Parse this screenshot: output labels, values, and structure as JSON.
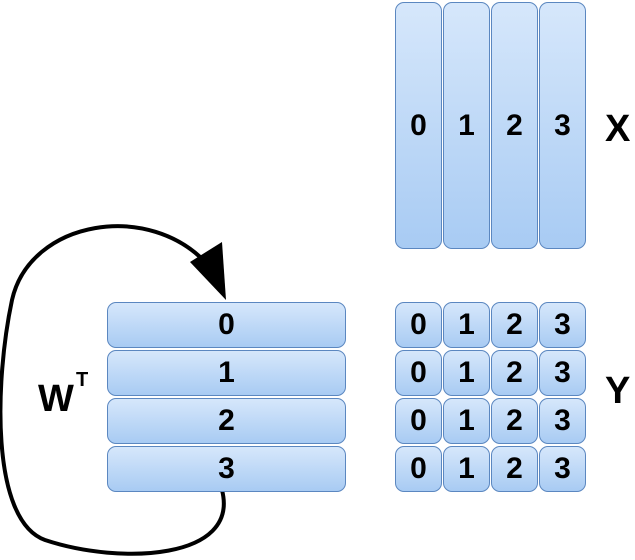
{
  "x_matrix": {
    "label": "X",
    "columns": [
      "0",
      "1",
      "2",
      "3"
    ]
  },
  "w_matrix": {
    "label": "W",
    "superscript": "T",
    "rows": [
      "0",
      "1",
      "2",
      "3"
    ]
  },
  "y_matrix": {
    "label": "Y",
    "rows": [
      [
        "0",
        "1",
        "2",
        "3"
      ],
      [
        "0",
        "1",
        "2",
        "3"
      ],
      [
        "0",
        "1",
        "2",
        "3"
      ],
      [
        "0",
        "1",
        "2",
        "3"
      ]
    ]
  },
  "colors": {
    "cell_top": "#d6e7fb",
    "cell_bottom": "#a8cbf3",
    "cell_border": "#5b87c0",
    "arrow": "#000000"
  }
}
